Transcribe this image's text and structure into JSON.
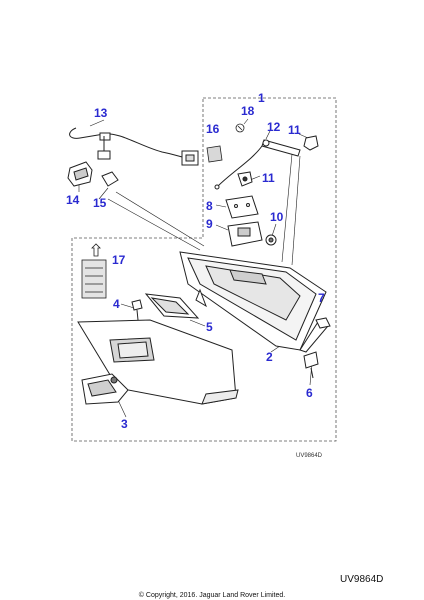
{
  "diagram": {
    "callouts": [
      {
        "id": "c1",
        "text": "1"
      },
      {
        "id": "c2",
        "text": "2"
      },
      {
        "id": "c3",
        "text": "3"
      },
      {
        "id": "c4",
        "text": "4"
      },
      {
        "id": "c5",
        "text": "5"
      },
      {
        "id": "c6",
        "text": "6"
      },
      {
        "id": "c7",
        "text": "7"
      },
      {
        "id": "c8",
        "text": "8"
      },
      {
        "id": "c9",
        "text": "9"
      },
      {
        "id": "c10",
        "text": "10"
      },
      {
        "id": "c11a",
        "text": "11"
      },
      {
        "id": "c11b",
        "text": "11"
      },
      {
        "id": "c12",
        "text": "12"
      },
      {
        "id": "c13",
        "text": "13"
      },
      {
        "id": "c14",
        "text": "14"
      },
      {
        "id": "c15",
        "text": "15"
      },
      {
        "id": "c16",
        "text": "16"
      },
      {
        "id": "c17",
        "text": "17"
      },
      {
        "id": "c18",
        "text": "18"
      }
    ],
    "reference_small": "UV9864D",
    "reference_large": "UV9864D",
    "copyright": "© Copyright, 2016. Jaguar Land Rover Limited.",
    "colors": {
      "callout": "#2a2ad0",
      "line": "#222222",
      "dash": "#555555"
    }
  }
}
